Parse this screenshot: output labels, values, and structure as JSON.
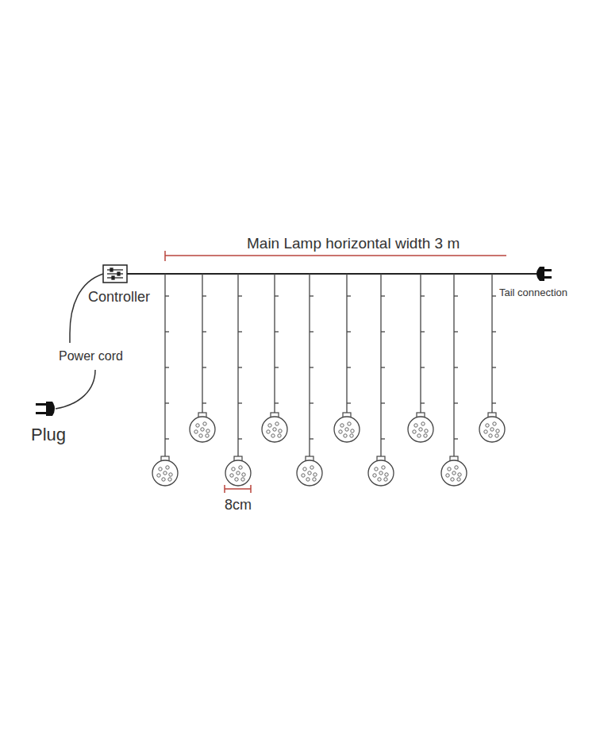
{
  "diagram": {
    "nodes": [
      {
        "text": [
          "Controller"
        ]
      }
    ],
    "labels": [
      "Main Lamp horizontal width 3 m",
      "Tail connection",
      "Power cord",
      "Plug",
      "8cm"
    ]
  }
}
